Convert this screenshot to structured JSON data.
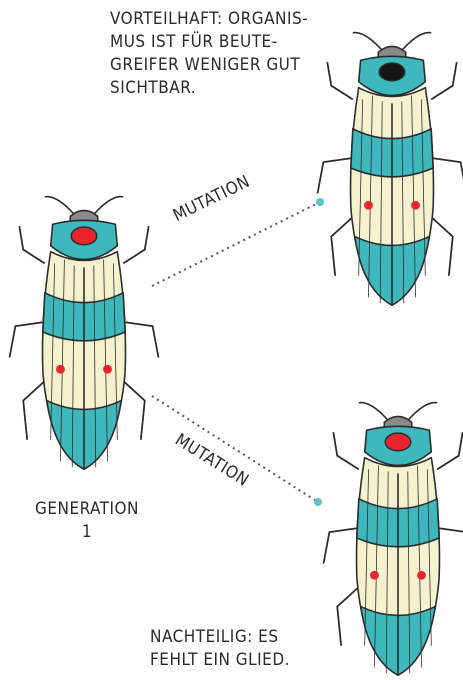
{
  "texts": {
    "top_note": "VORTEILHAFT: ORGANIS-\nMUS IST FÜR BEUTE-\nGREIFER WENIGER GUT\nSICHTBAR.",
    "bottom_note": "NACHTEILIG: ES\nFEHLT EIN GLIED.",
    "generation_label": "GENERATION\n1",
    "mutation_upper": "MUTATION",
    "mutation_lower": "MUTATION"
  },
  "colors": {
    "teal": "#3eb8bd",
    "cream": "#f6f1cf",
    "red": "#e8242c",
    "black": "#141414",
    "outline": "#2a2a2a",
    "gray": "#8a8a8a",
    "dot": "#5ec3c8"
  },
  "beetles": [
    {
      "name": "generation-1-beetle",
      "head_spot": "red",
      "legs": 6
    },
    {
      "name": "advantageous-mutant-beetle",
      "head_spot": "black",
      "legs": 6
    },
    {
      "name": "disadvantageous-mutant-beetle",
      "head_spot": "red",
      "legs": 5
    }
  ]
}
